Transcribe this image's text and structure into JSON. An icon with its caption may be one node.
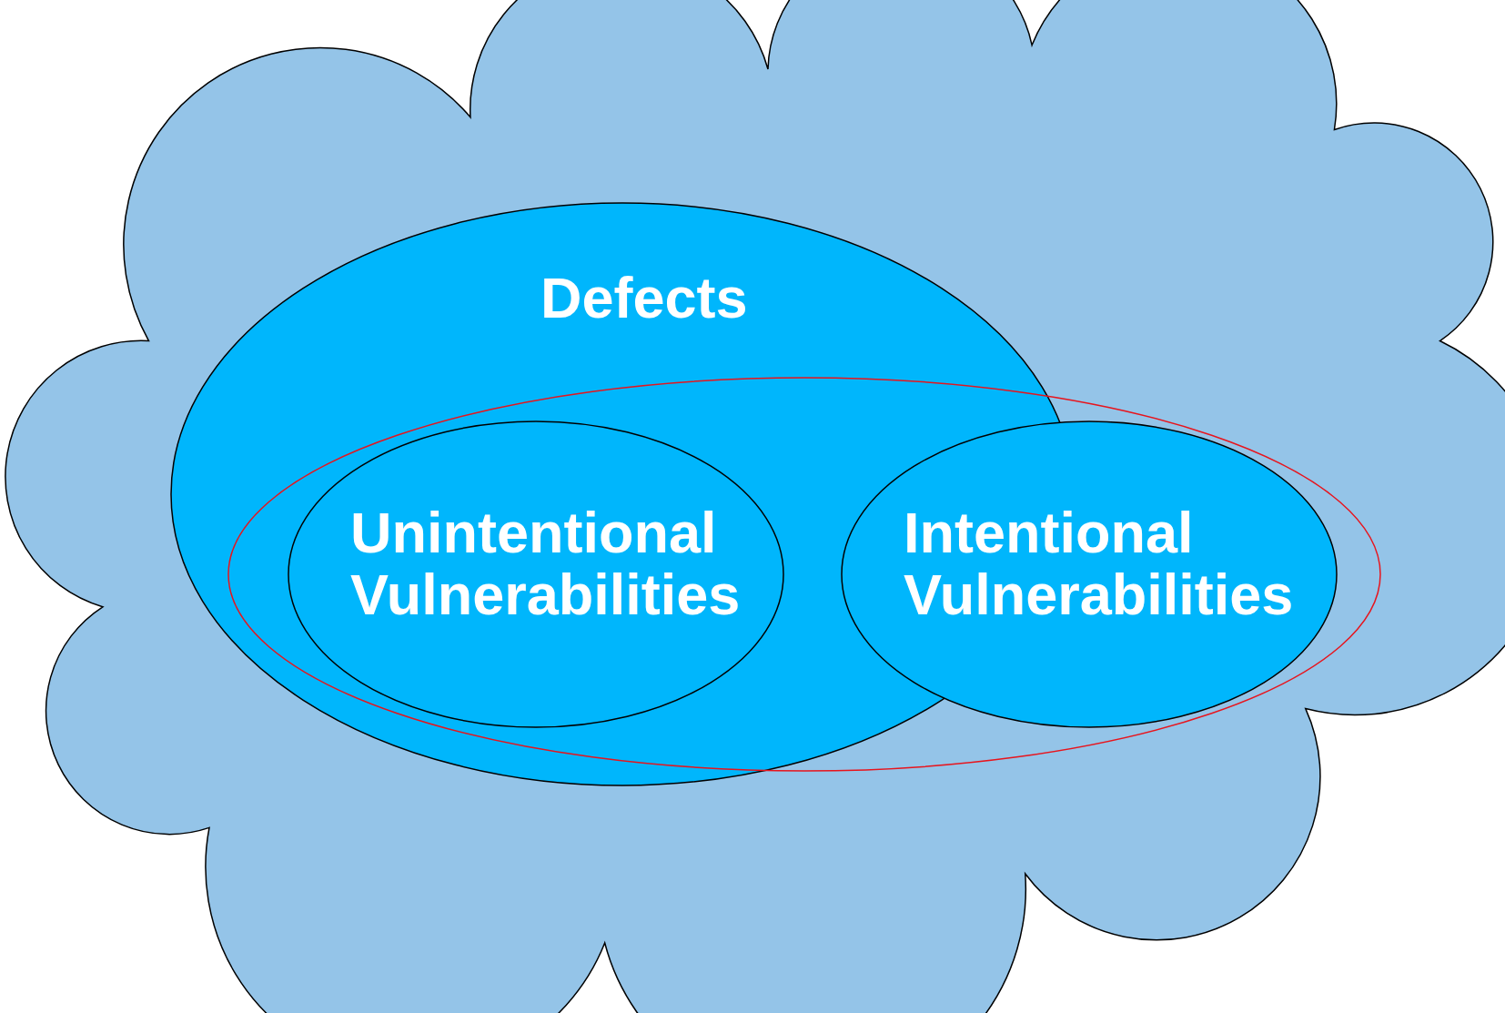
{
  "diagram": {
    "nodes": [
      {
        "text": [],
        "shape": "cloud"
      },
      {
        "text": [
          "Defects"
        ],
        "in": 0
      },
      {
        "text": [],
        "shape": "ellipse",
        "in": 0
      },
      {
        "text": [
          "Unintentional Vulnerabilities"
        ]
      },
      {
        "text": [
          "Intentional Vulnerabilities"
        ],
        "in": 2
      }
    ]
  }
}
